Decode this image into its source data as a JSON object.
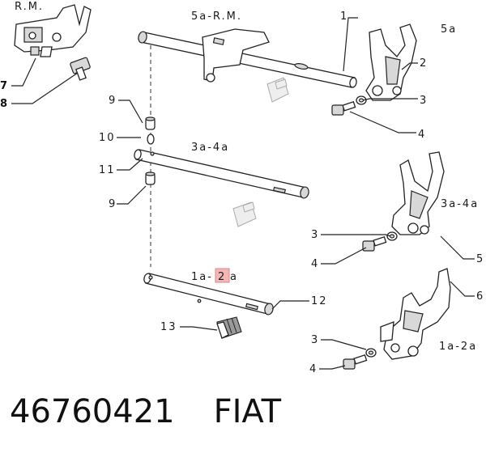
{
  "labels": {
    "rm_top": "R.M.",
    "fork_rm": "5a-R.M.",
    "fork_5a": "5a",
    "rod_34": "3a-4a",
    "fork_34": "3a-4a",
    "rod_12_pre": "1a-",
    "rod_12_num": "2",
    "rod_12_post": "a",
    "fork_12": "1a-2a"
  },
  "callouts": {
    "c1": "1",
    "c2": "2",
    "c3a": "3",
    "c4a": "4",
    "c7": "7",
    "c8": "8",
    "c9a": "9",
    "c10": "10",
    "c11": "11",
    "c9b": "9",
    "c3b": "3",
    "c4b": "4",
    "c5": "5",
    "c6": "6",
    "c12": "12",
    "c13": "13",
    "c3c": "3",
    "c4c": "4"
  },
  "footer": {
    "part_number": "46760421",
    "brand": "FIAT"
  },
  "highlight_color": "#f4b6b6"
}
